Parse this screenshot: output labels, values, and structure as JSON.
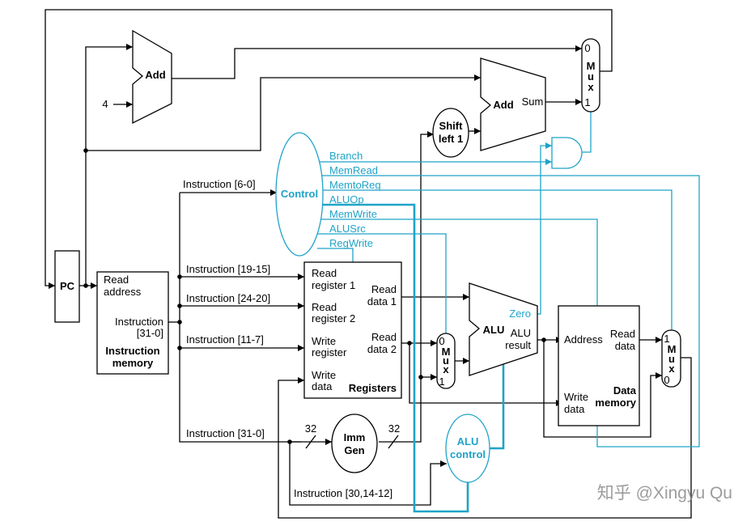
{
  "pc": {
    "label": "PC"
  },
  "instruction_memory": {
    "read_address": [
      "Read",
      "address"
    ],
    "instruction_out": [
      "Instruction",
      "[31-0]"
    ],
    "title": [
      "Instruction",
      "memory"
    ]
  },
  "adders": {
    "pc_add": "Add",
    "branch_add": "Add",
    "branch_sum": "Sum",
    "four": "4"
  },
  "shift_left": [
    "Shift",
    "left 1"
  ],
  "control": {
    "title": "Control",
    "signals": [
      "Branch",
      "MemRead",
      "MemtoReg",
      "ALUOp",
      "MemWrite",
      "ALUSrc",
      "RegWrite"
    ]
  },
  "fields": {
    "f6_0": "Instruction [6-0]",
    "f19_15": "Instruction [19-15]",
    "f24_20": "Instruction [24-20]",
    "f11_7": "Instruction [11-7]",
    "f31_0": "Instruction [31-0]",
    "f30_14_12": "Instruction [30,14-12]"
  },
  "registers": {
    "read_reg1": [
      "Read",
      "register 1"
    ],
    "read_reg2": [
      "Read",
      "register 2"
    ],
    "write_reg": [
      "Write",
      "register"
    ],
    "write_data": [
      "Write",
      "data"
    ],
    "read_data1": [
      "Read",
      "data 1"
    ],
    "read_data2": [
      "Read",
      "data 2"
    ],
    "title": "Registers"
  },
  "imm_gen": {
    "title": [
      "Imm",
      "Gen"
    ],
    "in_width": "32",
    "out_width": "32"
  },
  "alu": {
    "title": "ALU",
    "zero": "Zero",
    "result": [
      "ALU",
      "result"
    ]
  },
  "alu_control": {
    "title": [
      "ALU",
      "control"
    ]
  },
  "data_memory": {
    "address": "Address",
    "read_data": [
      "Read",
      "data"
    ],
    "write_data": [
      "Write",
      "data"
    ],
    "title": [
      "Data",
      "memory"
    ]
  },
  "mux": {
    "top": [
      "0",
      "M",
      "u",
      "x",
      "1"
    ],
    "alu_src": [
      "0",
      "M",
      "u",
      "x",
      "1"
    ],
    "mem_to_reg": [
      "1",
      "M",
      "u",
      "x",
      "0"
    ]
  },
  "watermark": "知乎 @Xingyu Qu",
  "colors": {
    "control": "#1fa3c8",
    "datapath": "#000000"
  }
}
